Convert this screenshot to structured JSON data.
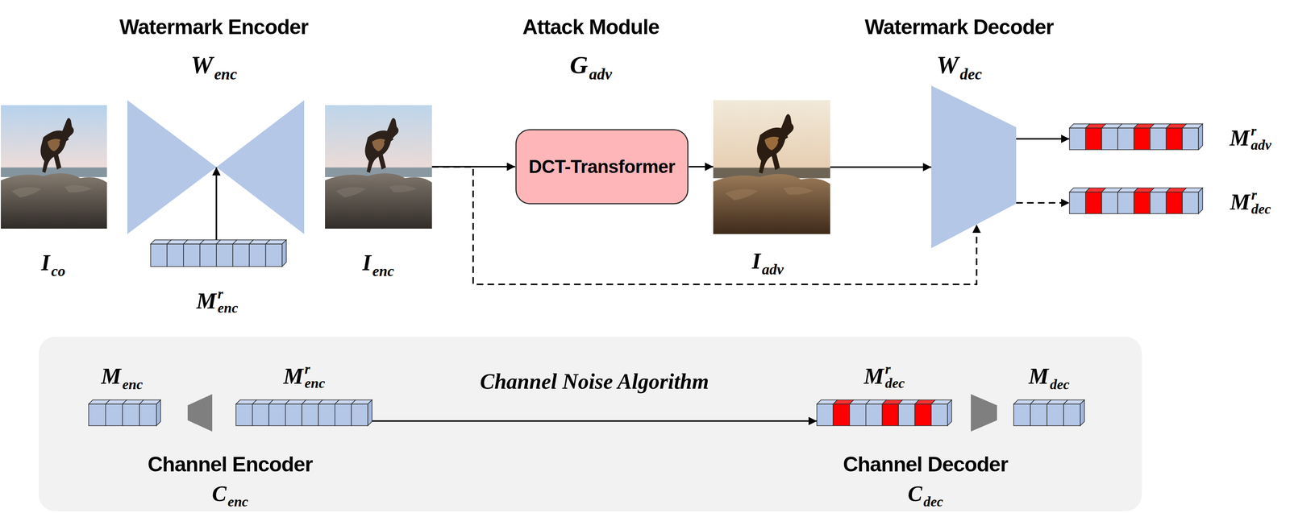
{
  "diagram": {
    "nodes": [
      {
        "text": [
          "Watermark Encoder",
          "W",
          "enc"
        ]
      },
      {
        "text": [
          "I",
          "co"
        ]
      },
      {
        "text": [
          "M",
          "r",
          "enc"
        ]
      },
      {
        "text": [
          "I",
          "enc"
        ]
      },
      {
        "text": [
          "Attack Module",
          "G",
          "adv",
          "DCT-Transformer"
        ]
      },
      {
        "text": [
          "I",
          "adv"
        ]
      },
      {
        "text": [
          "Watermark Decoder",
          "W",
          "dec"
        ]
      },
      {
        "text": [
          "M",
          "r",
          "adv"
        ]
      },
      {
        "text": [
          "M",
          "r",
          "dec"
        ]
      },
      {
        "text": [
          "M",
          "enc"
        ]
      },
      {
        "text": [
          "Channel Encoder",
          "C",
          "enc"
        ]
      },
      {
        "text": [
          "M",
          "r",
          "enc"
        ]
      },
      {
        "text": [
          "M",
          "r",
          "dec"
        ]
      },
      {
        "text": [
          "Channel Decoder",
          "C",
          "dec"
        ]
      },
      {
        "text": [
          "M",
          "dec"
        ]
      }
    ],
    "edges": [
      {
        "from": 2,
        "to": 0,
        "arrow": "to"
      },
      {
        "from": 3,
        "to": 4,
        "arrow": "to"
      },
      {
        "from": 4,
        "to": 5,
        "arrow": "to"
      },
      {
        "from": 5,
        "to": 6,
        "arrow": "to"
      },
      {
        "from": 6,
        "to": 7,
        "arrow": "to"
      },
      {
        "from": 6,
        "to": 8,
        "arrow": "to"
      },
      {
        "from": 3,
        "to": 6,
        "arrow": "to"
      },
      {
        "from": 11,
        "to": 12,
        "label": "Channel Noise Algorithm",
        "arrow": "to"
      }
    ]
  }
}
